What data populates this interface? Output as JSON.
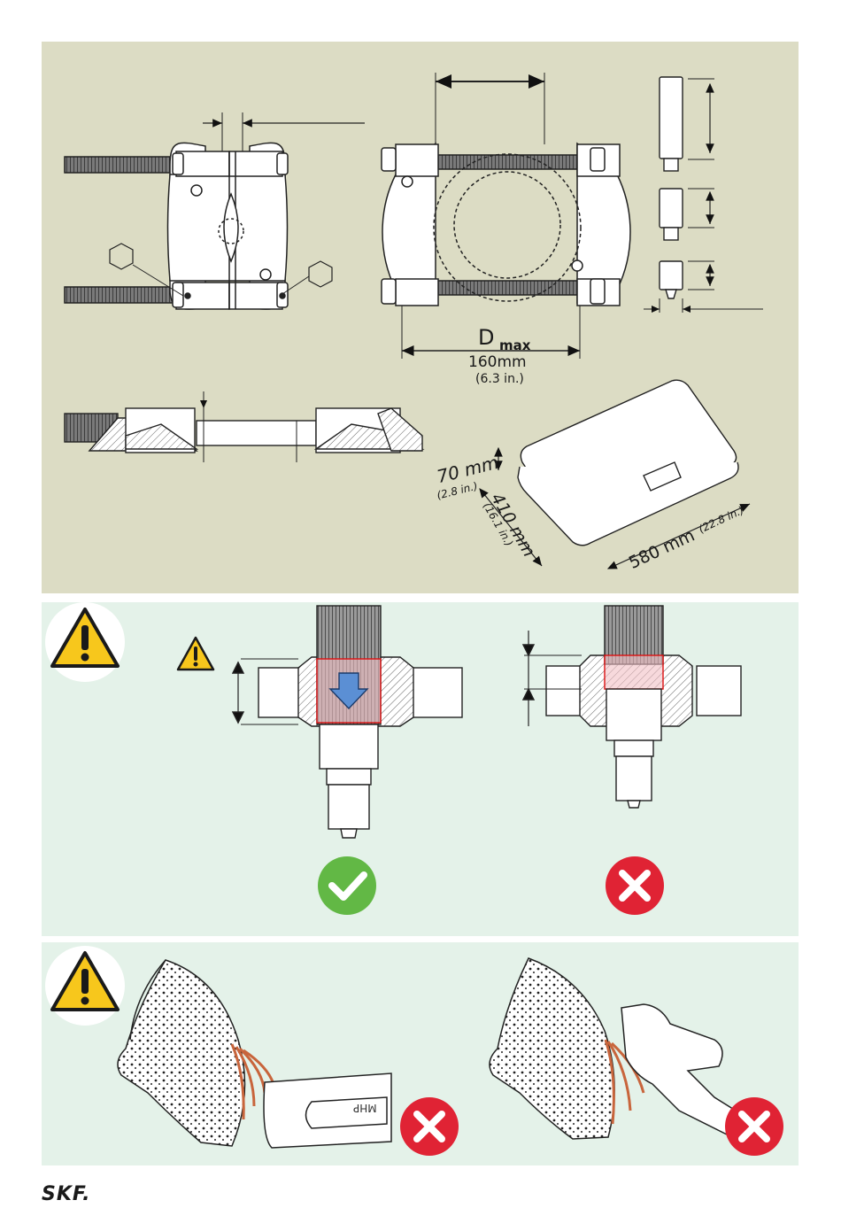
{
  "specs": {
    "dmax_symbol": "D",
    "dmax_subscript": "max",
    "dmax_mm": "160mm",
    "dmax_in": "(6.3 in.)",
    "case_height_mm": "70 mm",
    "case_height_in": "(2.8 in.)",
    "case_depth_mm": "410 mm",
    "case_depth_in": "(16.1 in.)",
    "case_width_mm": "580 mm",
    "case_width_in": "(22.8 in.)"
  },
  "usage": {
    "correct_icon": "check-icon",
    "incorrect_icon": "cross-icon",
    "warning_icon": "warning-triangle-icon"
  },
  "grinding": {
    "tool_label": "MHP",
    "incorrect_icon": "cross-icon"
  },
  "colors": {
    "specs_bg": "#dcdcc4",
    "usage_bg": "#e4f2e9",
    "warning_yellow": "#f7c71c",
    "check_green": "#62b845",
    "cross_red": "#e02334",
    "arrow_blue": "#5b8fd4",
    "spark_orange": "#c8653c"
  },
  "brand": {
    "logo": "SKF."
  }
}
